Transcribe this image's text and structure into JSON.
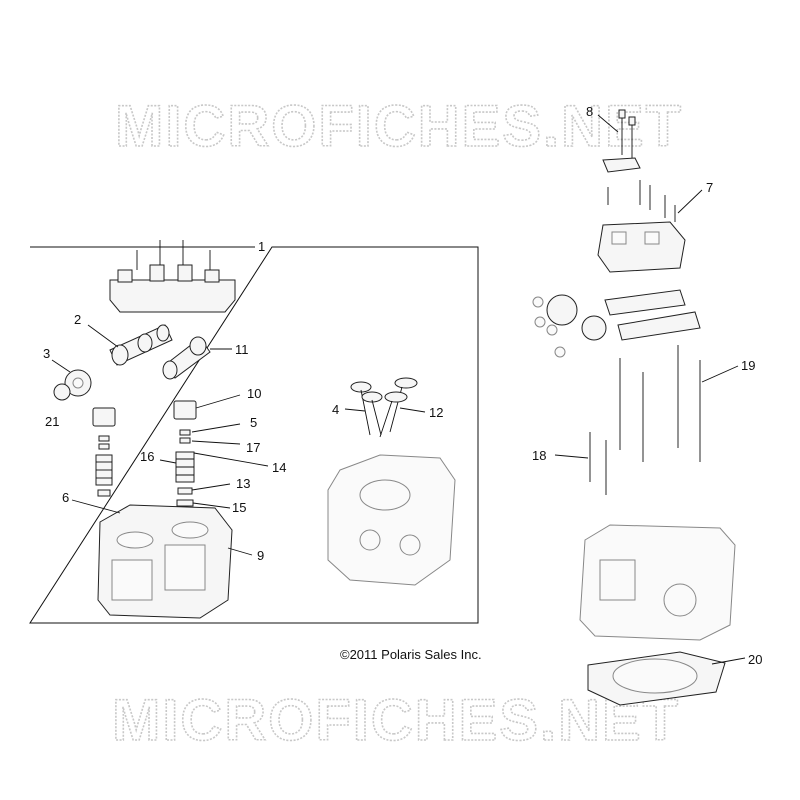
{
  "watermark": {
    "text": "MICROFICHES.NET"
  },
  "copyright": "©2011 Polaris Sales Inc.",
  "callouts": {
    "c1": "1",
    "c2": "2",
    "c3": "3",
    "c4": "4",
    "c5": "5",
    "c6": "6",
    "c7": "7",
    "c8": "8",
    "c9": "9",
    "c10": "10",
    "c11": "11",
    "c12": "12",
    "c13": "13",
    "c14": "14",
    "c15": "15",
    "c16": "16",
    "c17": "17",
    "c18": "18",
    "c19": "19",
    "c20": "20",
    "c21": "21"
  }
}
